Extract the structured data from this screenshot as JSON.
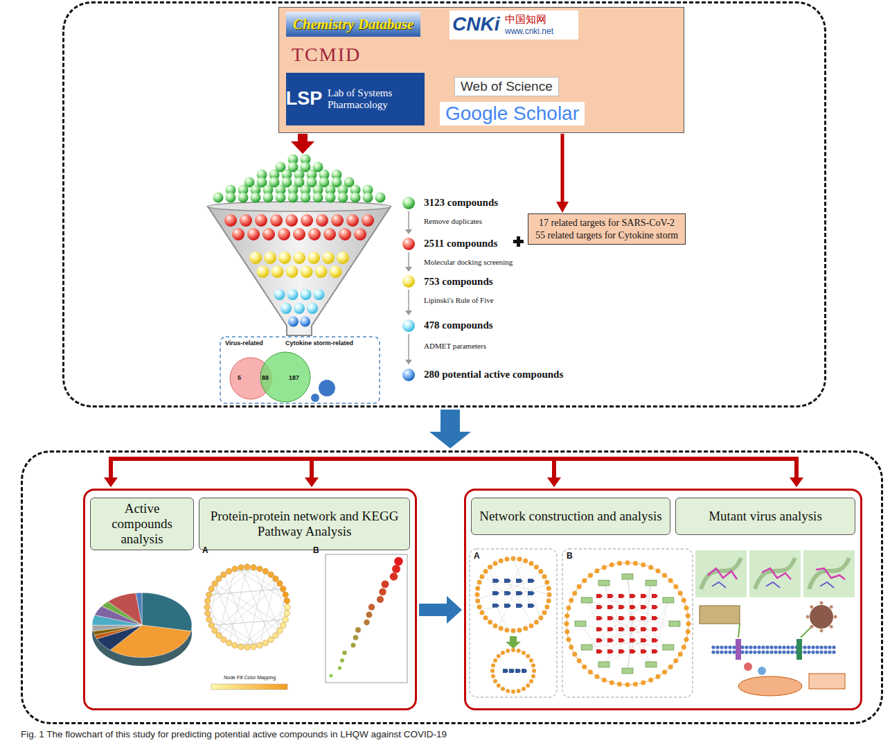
{
  "diagram": {
    "caption": "Fig. 1 The flowchart of this study for predicting potential active compounds in LHQW against COVID-19",
    "nodes": [
      {
        "text": []
      },
      {
        "text": [
          "Chemistry Database",
          "TCMID",
          "LSP",
          "Lab of Systems Pharmacology",
          "CNKi",
          "中国知网",
          "www.cnki.net",
          "Web of Science",
          "Google Scholar"
        ],
        "in": 0
      },
      {
        "text": [
          "17 related targets for SARS-CoV-2",
          "55 related targets for Cytokine storm"
        ],
        "in": 0
      },
      {
        "text": []
      },
      {
        "text": [],
        "in": 3
      },
      {
        "text": [
          "Active compounds analysis"
        ],
        "in": 4
      },
      {
        "text": [
          "Protein-protein network and KEGG Pathway Analysis"
        ],
        "in": 4
      },
      {
        "text": [],
        "in": 3
      },
      {
        "text": [
          "Network construction and analysis"
        ],
        "in": 7
      },
      {
        "text": [
          "Mutant virus analysis"
        ],
        "in": 7
      }
    ],
    "edges": [
      {
        "from": 1,
        "to": 2,
        "arrow": "to"
      },
      {
        "from": 0,
        "to": 3,
        "arrow": "to"
      },
      {
        "from": 4,
        "to": 7,
        "arrow": "to"
      }
    ],
    "labels": [
      "3123 compounds",
      "Remove duplicates",
      "2511 compounds",
      "Molecular docking screening",
      "753 compounds",
      "Lipinski's Rule of Five",
      "478 compounds",
      "ADMET parameters",
      "280 potential active compounds",
      "Virus-related",
      "5",
      "88",
      "Cytokine storm-related",
      "187",
      "A",
      "B",
      "Node Fill Color Mapping",
      "A",
      "B"
    ]
  }
}
